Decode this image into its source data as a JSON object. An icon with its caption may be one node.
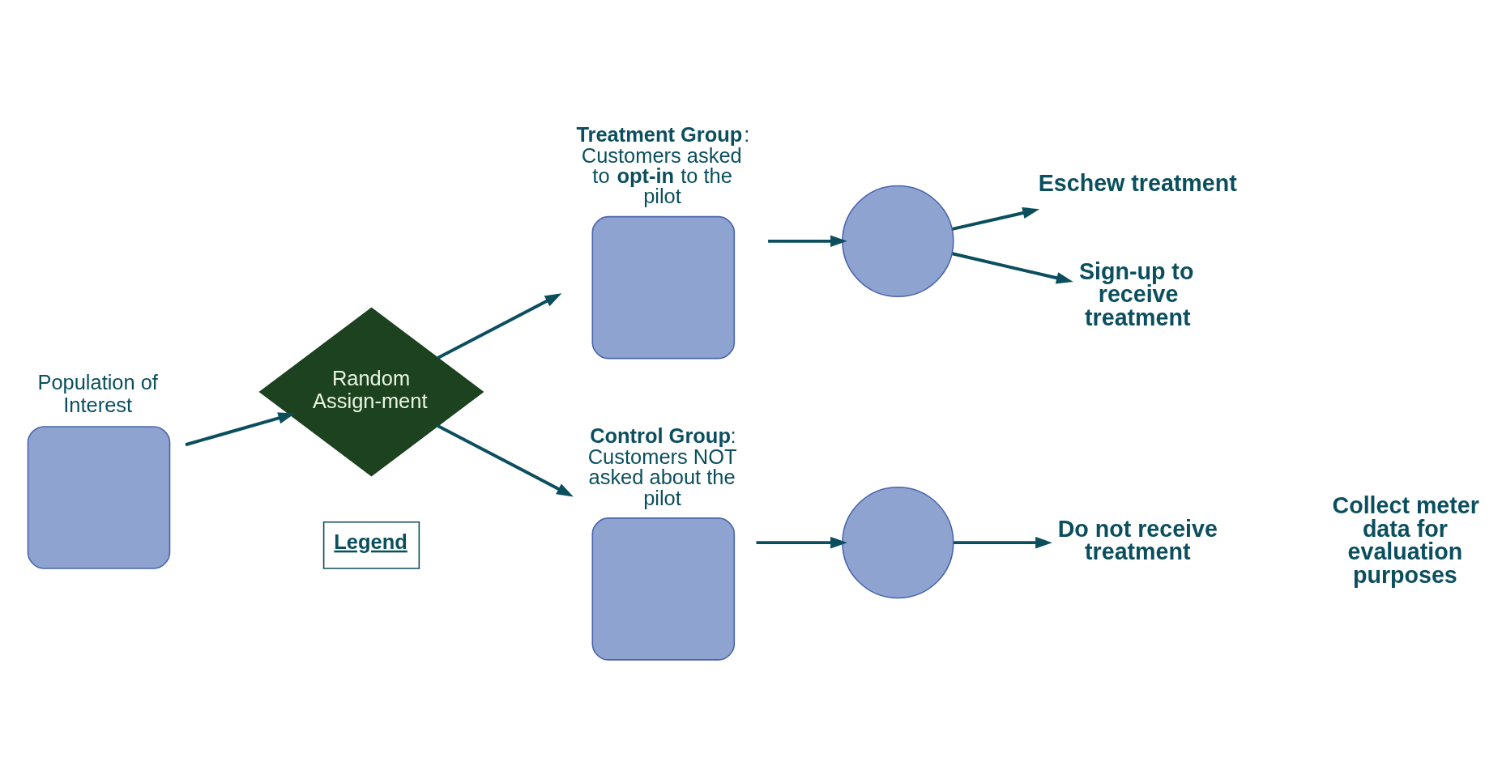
{
  "diagram": {
    "nodes": [
      {
        "text": [
          "Population of Interest"
        ]
      },
      {
        "text": [
          "Random Assign-ment"
        ]
      },
      {
        "text": [
          "**Treatment Group**: Customers asked to **opt-in** to the pilot"
        ]
      },
      {
        "text": [],
        "shape": "circle"
      },
      {
        "text": [
          "Eschew treatment"
        ]
      },
      {
        "text": [
          "Sign-up to receive treatment"
        ]
      },
      {
        "text": [
          "**Control Group**: Customers NOT asked about the pilot"
        ]
      },
      {
        "text": [],
        "shape": "circle"
      },
      {
        "text": [
          "Do not receive treatment"
        ]
      },
      {
        "text": [
          "Collect meter data for evaluation purposes"
        ]
      }
    ],
    "edges": [
      {
        "from": 0,
        "to": 1,
        "arrow": "to"
      },
      {
        "from": 1,
        "to": 2,
        "arrow": "to"
      },
      {
        "from": 1,
        "to": 6,
        "arrow": "to"
      },
      {
        "from": 2,
        "to": 3,
        "arrow": "to"
      },
      {
        "from": 3,
        "to": 4,
        "arrow": "to"
      },
      {
        "from": 3,
        "to": 5,
        "arrow": "to"
      },
      {
        "from": 6,
        "to": 7,
        "arrow": "to"
      },
      {
        "from": 7,
        "to": 8,
        "arrow": "to"
      }
    ],
    "labels": [
      "Legend"
    ]
  }
}
